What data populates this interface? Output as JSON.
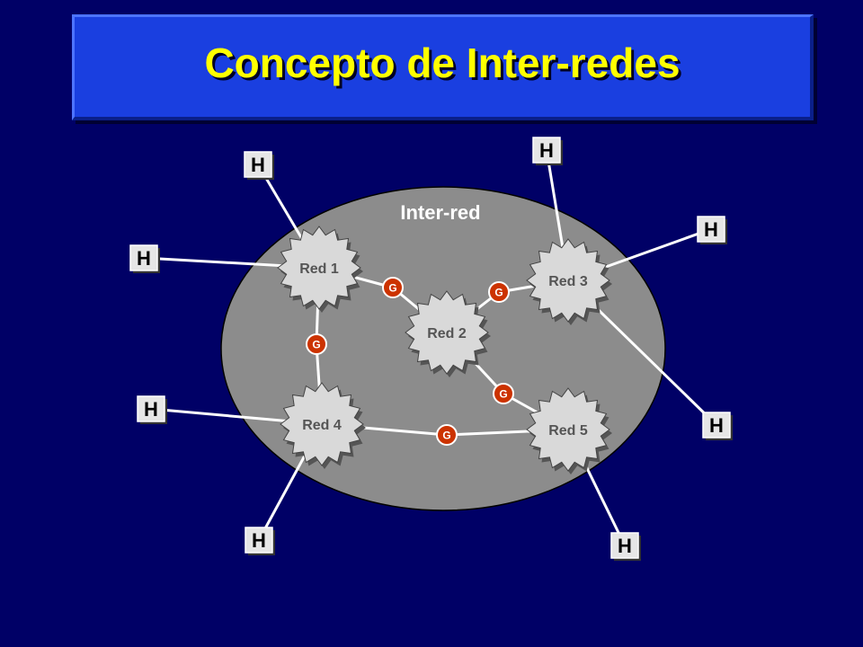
{
  "title": "Concepto de Inter-redes",
  "internet_label": "Inter-red",
  "networks": [
    {
      "id": "red1",
      "label": "Red 1"
    },
    {
      "id": "red2",
      "label": "Red 2"
    },
    {
      "id": "red3",
      "label": "Red 3"
    },
    {
      "id": "red4",
      "label": "Red 4"
    },
    {
      "id": "red5",
      "label": "Red 5"
    }
  ],
  "gateway_label": "G",
  "host_label": "H",
  "gateways": [
    {
      "between": [
        "red1",
        "red2"
      ]
    },
    {
      "between": [
        "red2",
        "red3"
      ]
    },
    {
      "between": [
        "red1",
        "red4"
      ]
    },
    {
      "between": [
        "red2",
        "red5"
      ]
    },
    {
      "between": [
        "red4",
        "red5"
      ]
    }
  ],
  "hosts": [
    {
      "network": "red1"
    },
    {
      "network": "red1"
    },
    {
      "network": "red3"
    },
    {
      "network": "red3"
    },
    {
      "network": "red3"
    },
    {
      "network": "red4"
    },
    {
      "network": "red4"
    },
    {
      "network": "red5"
    }
  ],
  "colors": {
    "background": "#000066",
    "banner": "#1a3fe0",
    "title_text": "#ffff00",
    "internet_ellipse": "#8c8c8c",
    "network_cloud": "#d9d9d9",
    "gateway": "#cc3300",
    "host_box": "#e6e6e6",
    "link": "#ffffff"
  }
}
